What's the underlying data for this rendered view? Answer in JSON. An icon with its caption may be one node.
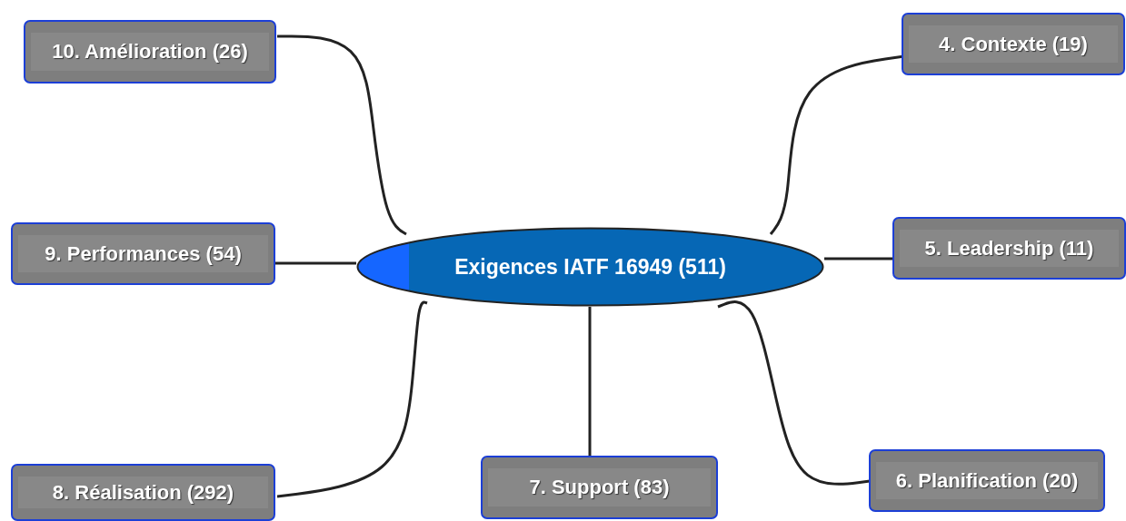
{
  "diagram": {
    "nodes": [
      {
        "text": [
          "Exigences IATF 16949 (511)"
        ]
      },
      {
        "text": [
          "4. Contexte (19)"
        ]
      },
      {
        "text": [
          "5. Leadership (11)"
        ]
      },
      {
        "text": [
          "6. Planification (20)"
        ]
      },
      {
        "text": [
          "7. Support (83)"
        ]
      },
      {
        "text": [
          "8. Réalisation (292)"
        ]
      },
      {
        "text": [
          "9. Performances (54)"
        ]
      },
      {
        "text": [
          "10. Amélioration (26)"
        ]
      }
    ],
    "edges": [
      {
        "from": 0,
        "to": 1,
        "arrow": "none"
      },
      {
        "from": 0,
        "to": 2,
        "arrow": "none"
      },
      {
        "from": 0,
        "to": 3,
        "arrow": "none"
      },
      {
        "from": 0,
        "to": 4,
        "arrow": "none"
      },
      {
        "from": 0,
        "to": 5,
        "arrow": "none"
      },
      {
        "from": 0,
        "to": 6,
        "arrow": "none"
      },
      {
        "from": 0,
        "to": 7,
        "arrow": "none"
      }
    ]
  }
}
